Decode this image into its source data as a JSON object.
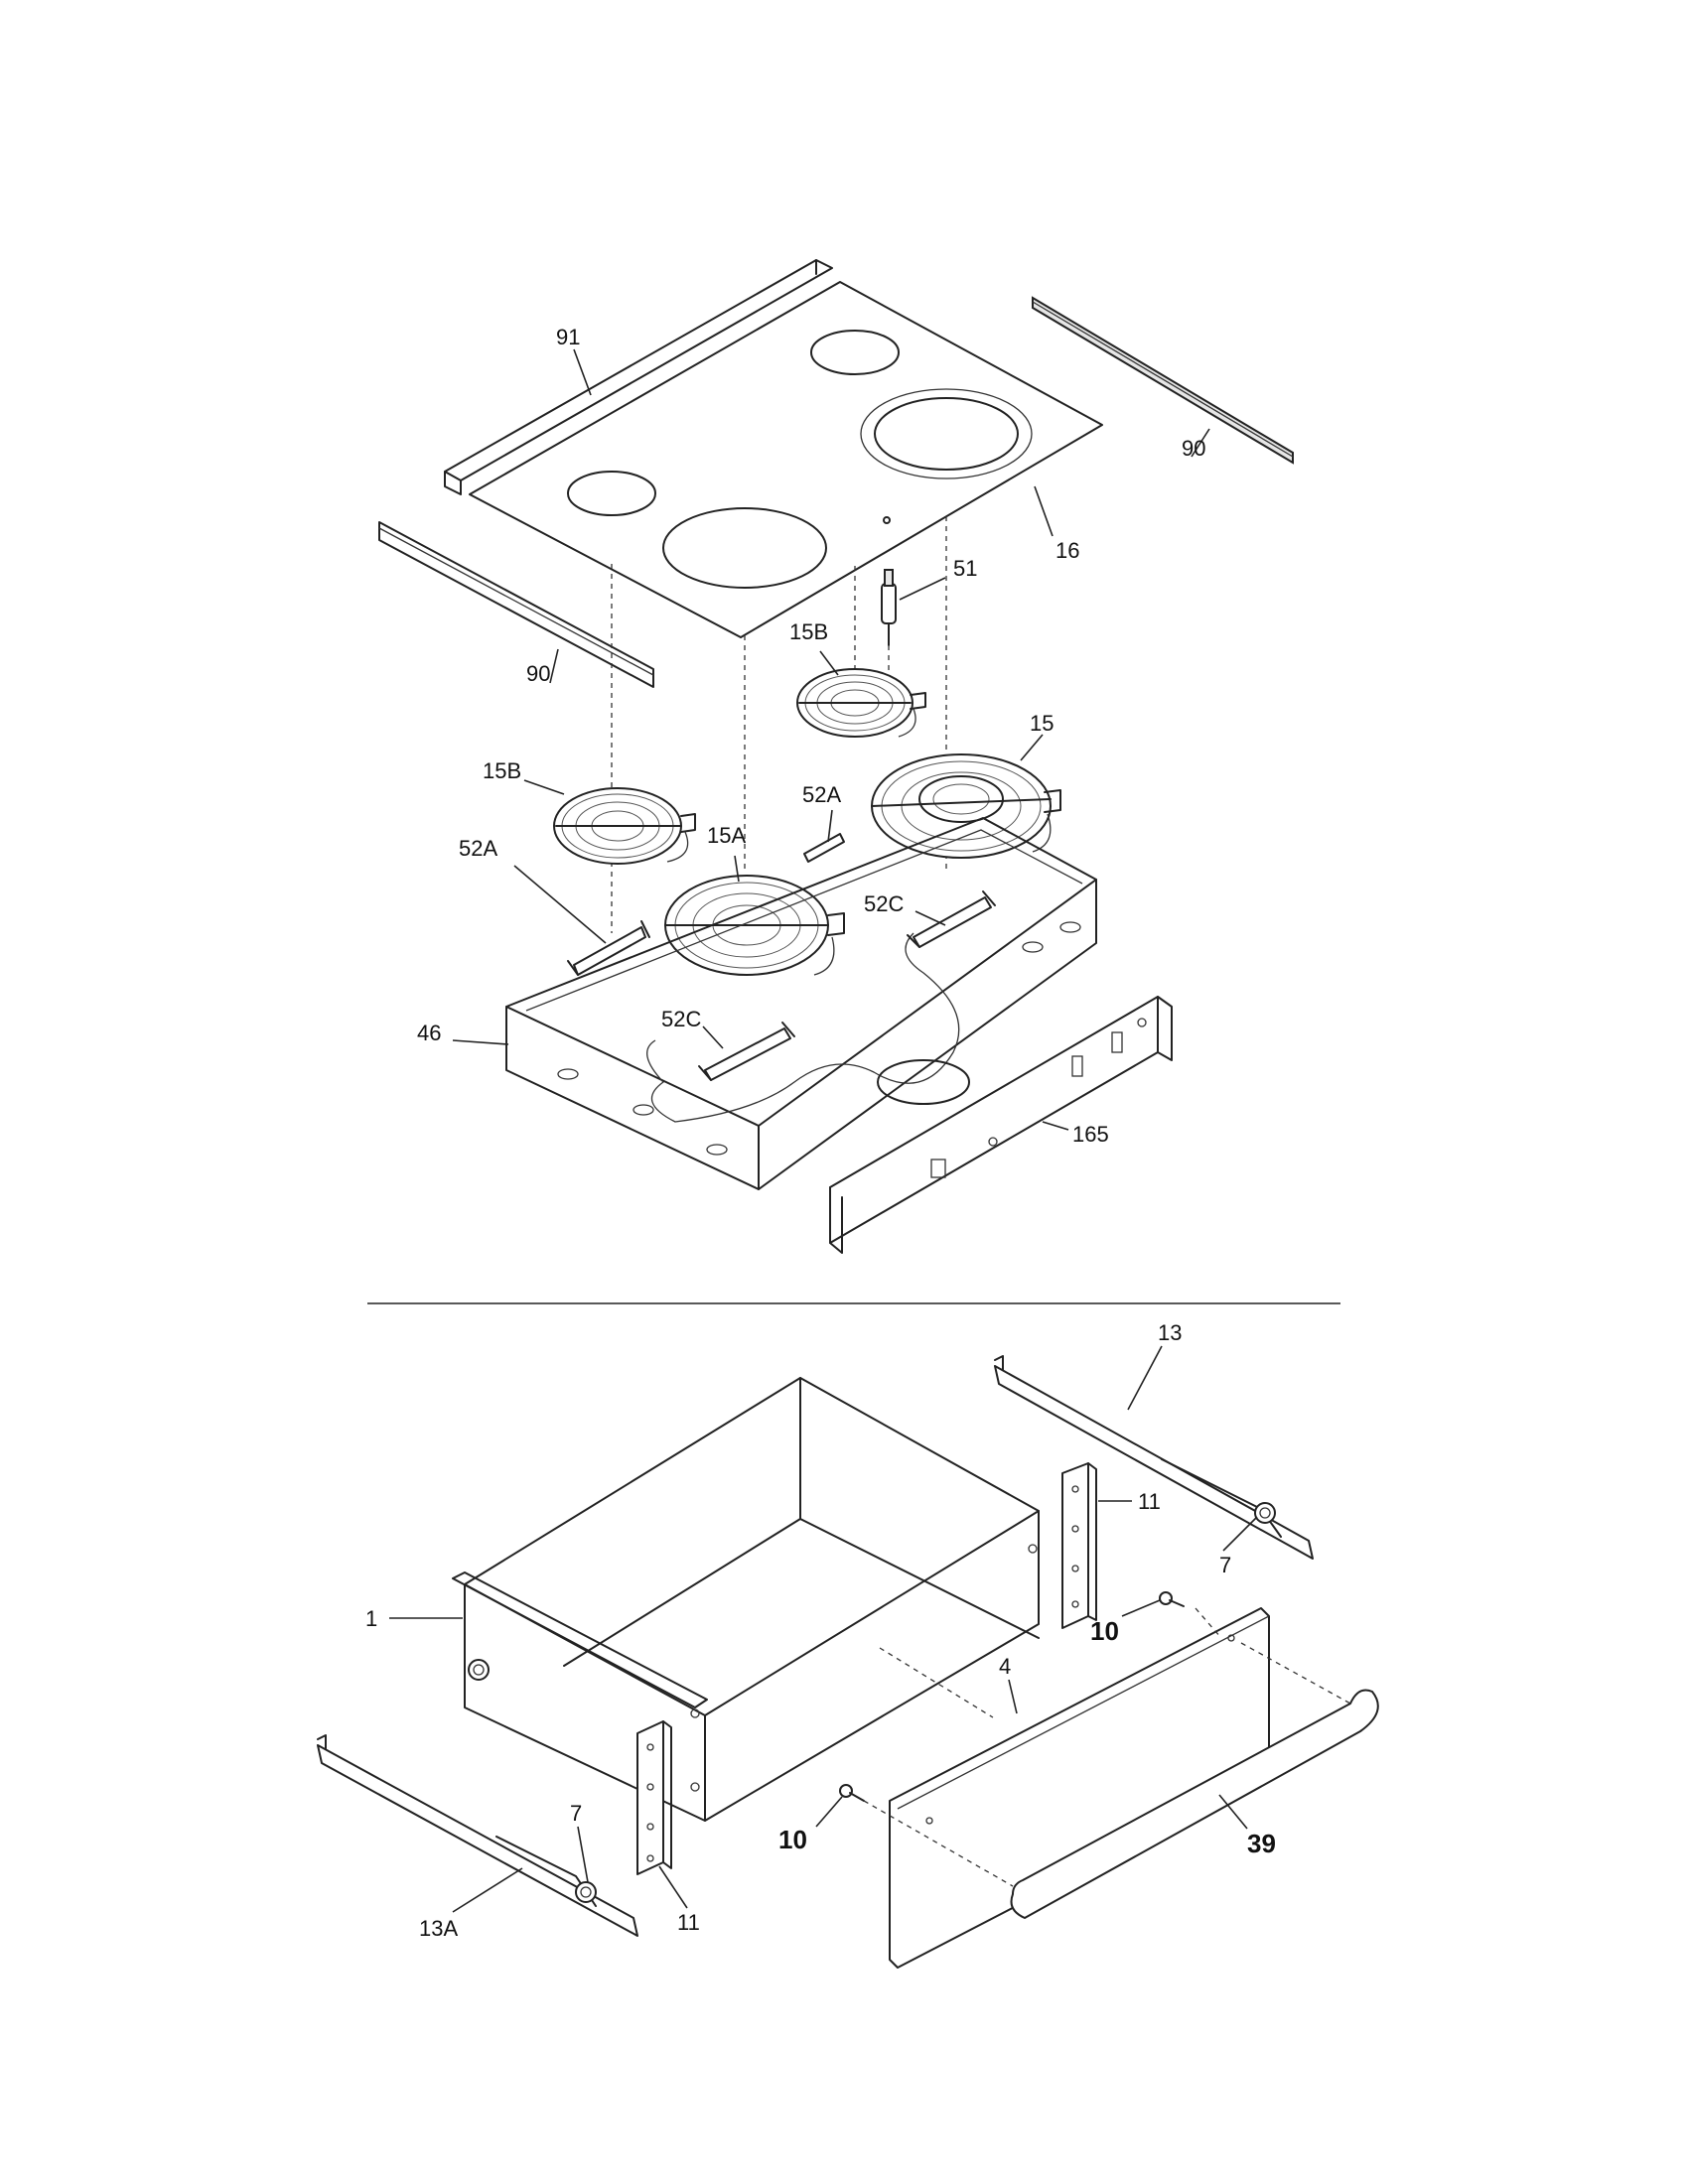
{
  "labels": {
    "top": {
      "p91": "91",
      "p90_right": "90",
      "p16": "16",
      "p51": "51",
      "p90_left": "90",
      "p15b_top": "15B",
      "p15": "15",
      "p15b_left": "15B",
      "p52a_right": "52A",
      "p52a_left": "52A",
      "p15a": "15A",
      "p52c_right": "52C",
      "p46": "46",
      "p52c_left": "52C",
      "p165": "165"
    },
    "bottom": {
      "p13": "13",
      "p11_right": "11",
      "p7_right": "7",
      "p1": "1",
      "p10_right": "10",
      "p4": "4",
      "p10_left": "10",
      "p39": "39",
      "p7_left": "7",
      "p11_left": "11",
      "p13a": "13A"
    }
  }
}
